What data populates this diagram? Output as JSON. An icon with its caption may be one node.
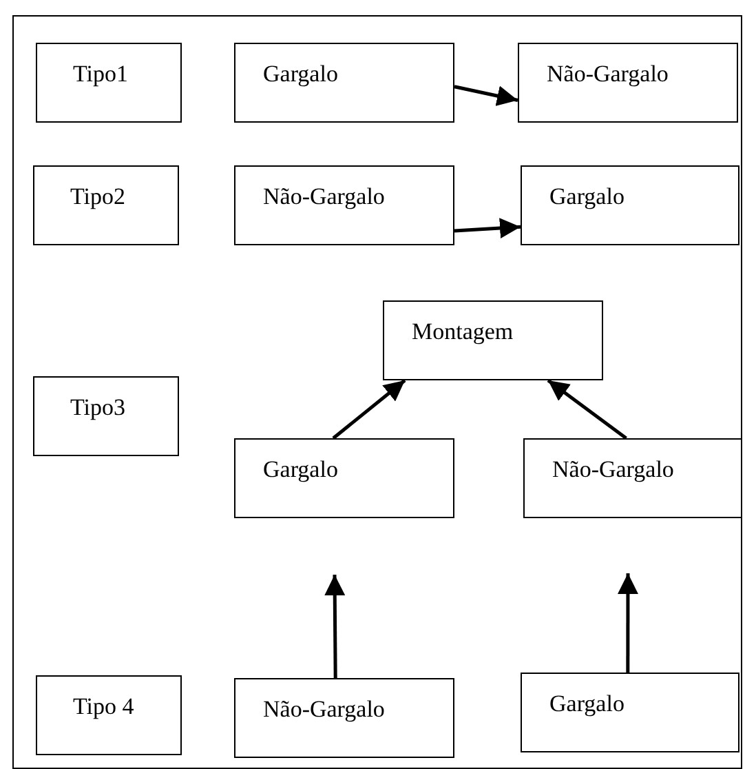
{
  "diagram": {
    "nodes": [
      {
        "text": [
          "Tipo1"
        ]
      },
      {
        "text": [
          "Gargalo"
        ]
      },
      {
        "text": [
          "Não-Gargalo"
        ]
      },
      {
        "text": [
          "Tipo2"
        ]
      },
      {
        "text": [
          "Não-Gargalo"
        ]
      },
      {
        "text": [
          "Gargalo"
        ]
      },
      {
        "text": [
          "Montagem"
        ]
      },
      {
        "text": [
          "Tipo3"
        ]
      },
      {
        "text": [
          "Gargalo"
        ]
      },
      {
        "text": [
          "Não-Gargalo"
        ]
      },
      {
        "text": [
          "Tipo 4"
        ]
      },
      {
        "text": [
          "Não-Gargalo"
        ]
      },
      {
        "text": [
          "Gargalo"
        ]
      }
    ],
    "edges": [
      {
        "from": 1,
        "to": 2,
        "arrow": "to"
      },
      {
        "from": 4,
        "to": 5,
        "arrow": "to"
      },
      {
        "from": 8,
        "to": 6,
        "arrow": "to"
      },
      {
        "from": 9,
        "to": 6,
        "arrow": "to"
      },
      {
        "from": 11,
        "to": null,
        "arrow": "to"
      },
      {
        "from": 12,
        "to": null,
        "arrow": "to"
      }
    ]
  }
}
